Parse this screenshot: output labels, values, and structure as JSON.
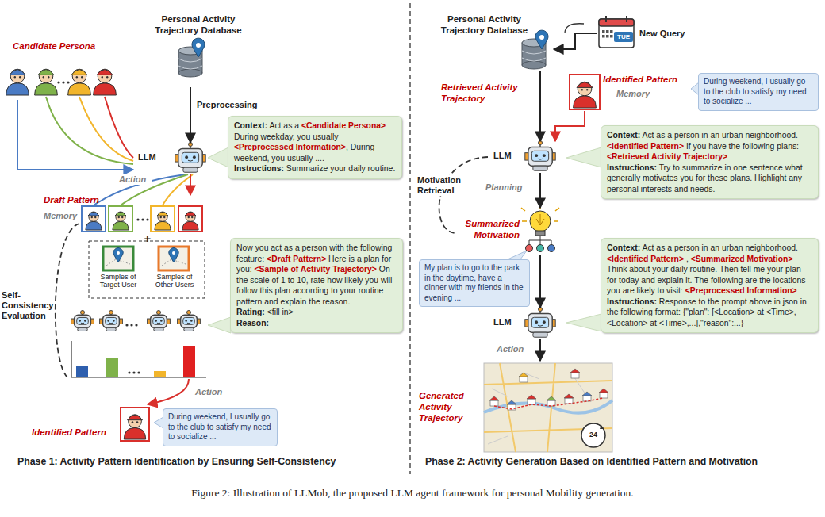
{
  "diagram": {
    "caption": "Figure 2: Illustration of LLMob, the proposed LLM agent framework for personal Mobility generation.",
    "nodes": [
      {
        "text": [
          "Personal Activity Trajectory Database"
        ]
      },
      {
        "text": [
          "Candidate Persona"
        ]
      },
      {
        "text": [
          "LLM"
        ]
      },
      {
        "text": [
          "Context: Act as a <Candidate Persona> During weekday, you usually <Preprocessed Information>, During weekend, you usually .... Instructions: Summarize your daily routine."
        ]
      },
      {
        "text": [
          "Draft Pattern",
          "Memory"
        ]
      },
      {
        "text": [
          "Samples of Target User"
        ]
      },
      {
        "text": [
          "Samples of Other Users"
        ]
      },
      {
        "text": [
          "Now you act as a person with the following feature: <Draft Pattern> Here is a plan for you: <Sample of Activity Trajectory> On the scale of 1 to 10, rate how likely you will follow this plan according to your routine pattern and explain the reason. Rating: <fill in> Reason:"
        ]
      },
      {
        "text": [
          "Identified Pattern"
        ]
      },
      {
        "text": [
          "During weekend, I usually go to the club to satisfy my need to socialize ..."
        ]
      },
      {
        "text": [
          "Personal Activity Trajectory Database"
        ]
      },
      {
        "text": [
          "New Query"
        ]
      },
      {
        "text": [
          "Identified Pattern",
          "Memory"
        ]
      },
      {
        "text": [
          "During weekend, I usually go to the club to satisfy my need to socialize ..."
        ]
      },
      {
        "text": [
          "LLM"
        ]
      },
      {
        "text": [
          "Context: Act as a person in an urban neighborhood. <Identified Pattern> If you have the following plans: <Retrieved Activity Trajectory> Instructions: Try to summarize in one sentence what generally motivates you for these plans. Highlight any personal interests and needs."
        ]
      },
      {
        "text": [
          "Summarized Motivation"
        ]
      },
      {
        "text": [
          "My plan is to go to the park in the daytime, have a dinner with my friends in the evening ..."
        ]
      },
      {
        "text": [
          "LLM"
        ]
      },
      {
        "text": [
          "Context: Act as a person in an urban neighborhood. <Identified Pattern> , <Summarized Motivation> Think about your daily routine. Then tell me your plan for today and explain it. The following are the locations you are likely to visit: <Preprocessed Information> Instructions: Response to the prompt above in json in the following format: {\"plan\": [<Location> at <Time>, <Location> at <Time>,...],\"reason\":...}"
        ]
      },
      {
        "text": [
          "Generated Activity Trajectory"
        ]
      }
    ],
    "edges": [
      {
        "from": 0,
        "to": 2,
        "arrow": "to",
        "label": "Preprocessing"
      },
      {
        "from": 1,
        "to": 2,
        "arrow": "to"
      },
      {
        "from": 2,
        "to": 4,
        "arrow": "to",
        "label": "Action"
      },
      {
        "from": 10,
        "to": 14,
        "arrow": "to",
        "label": "Retrieved Activity Trajectory"
      },
      {
        "from": 11,
        "to": 10,
        "arrow": "to"
      },
      {
        "from": 12,
        "to": 14,
        "arrow": "to"
      },
      {
        "from": 14,
        "to": 16,
        "arrow": "to",
        "label": "Planning"
      },
      {
        "from": 16,
        "to": 18,
        "arrow": "to"
      },
      {
        "from": 18,
        "to": 20,
        "arrow": "to",
        "label": "Action"
      }
    ],
    "labels": [
      "Action",
      "Self-Consistency Evaluation",
      "+",
      "Phase 1: Activity Pattern Identification by Ensuring Self-Consistency",
      "TUE",
      "Motivation Retrieval",
      "24",
      "Phase 2: Activity Generation Based on Identified Pattern and Motivation"
    ]
  }
}
